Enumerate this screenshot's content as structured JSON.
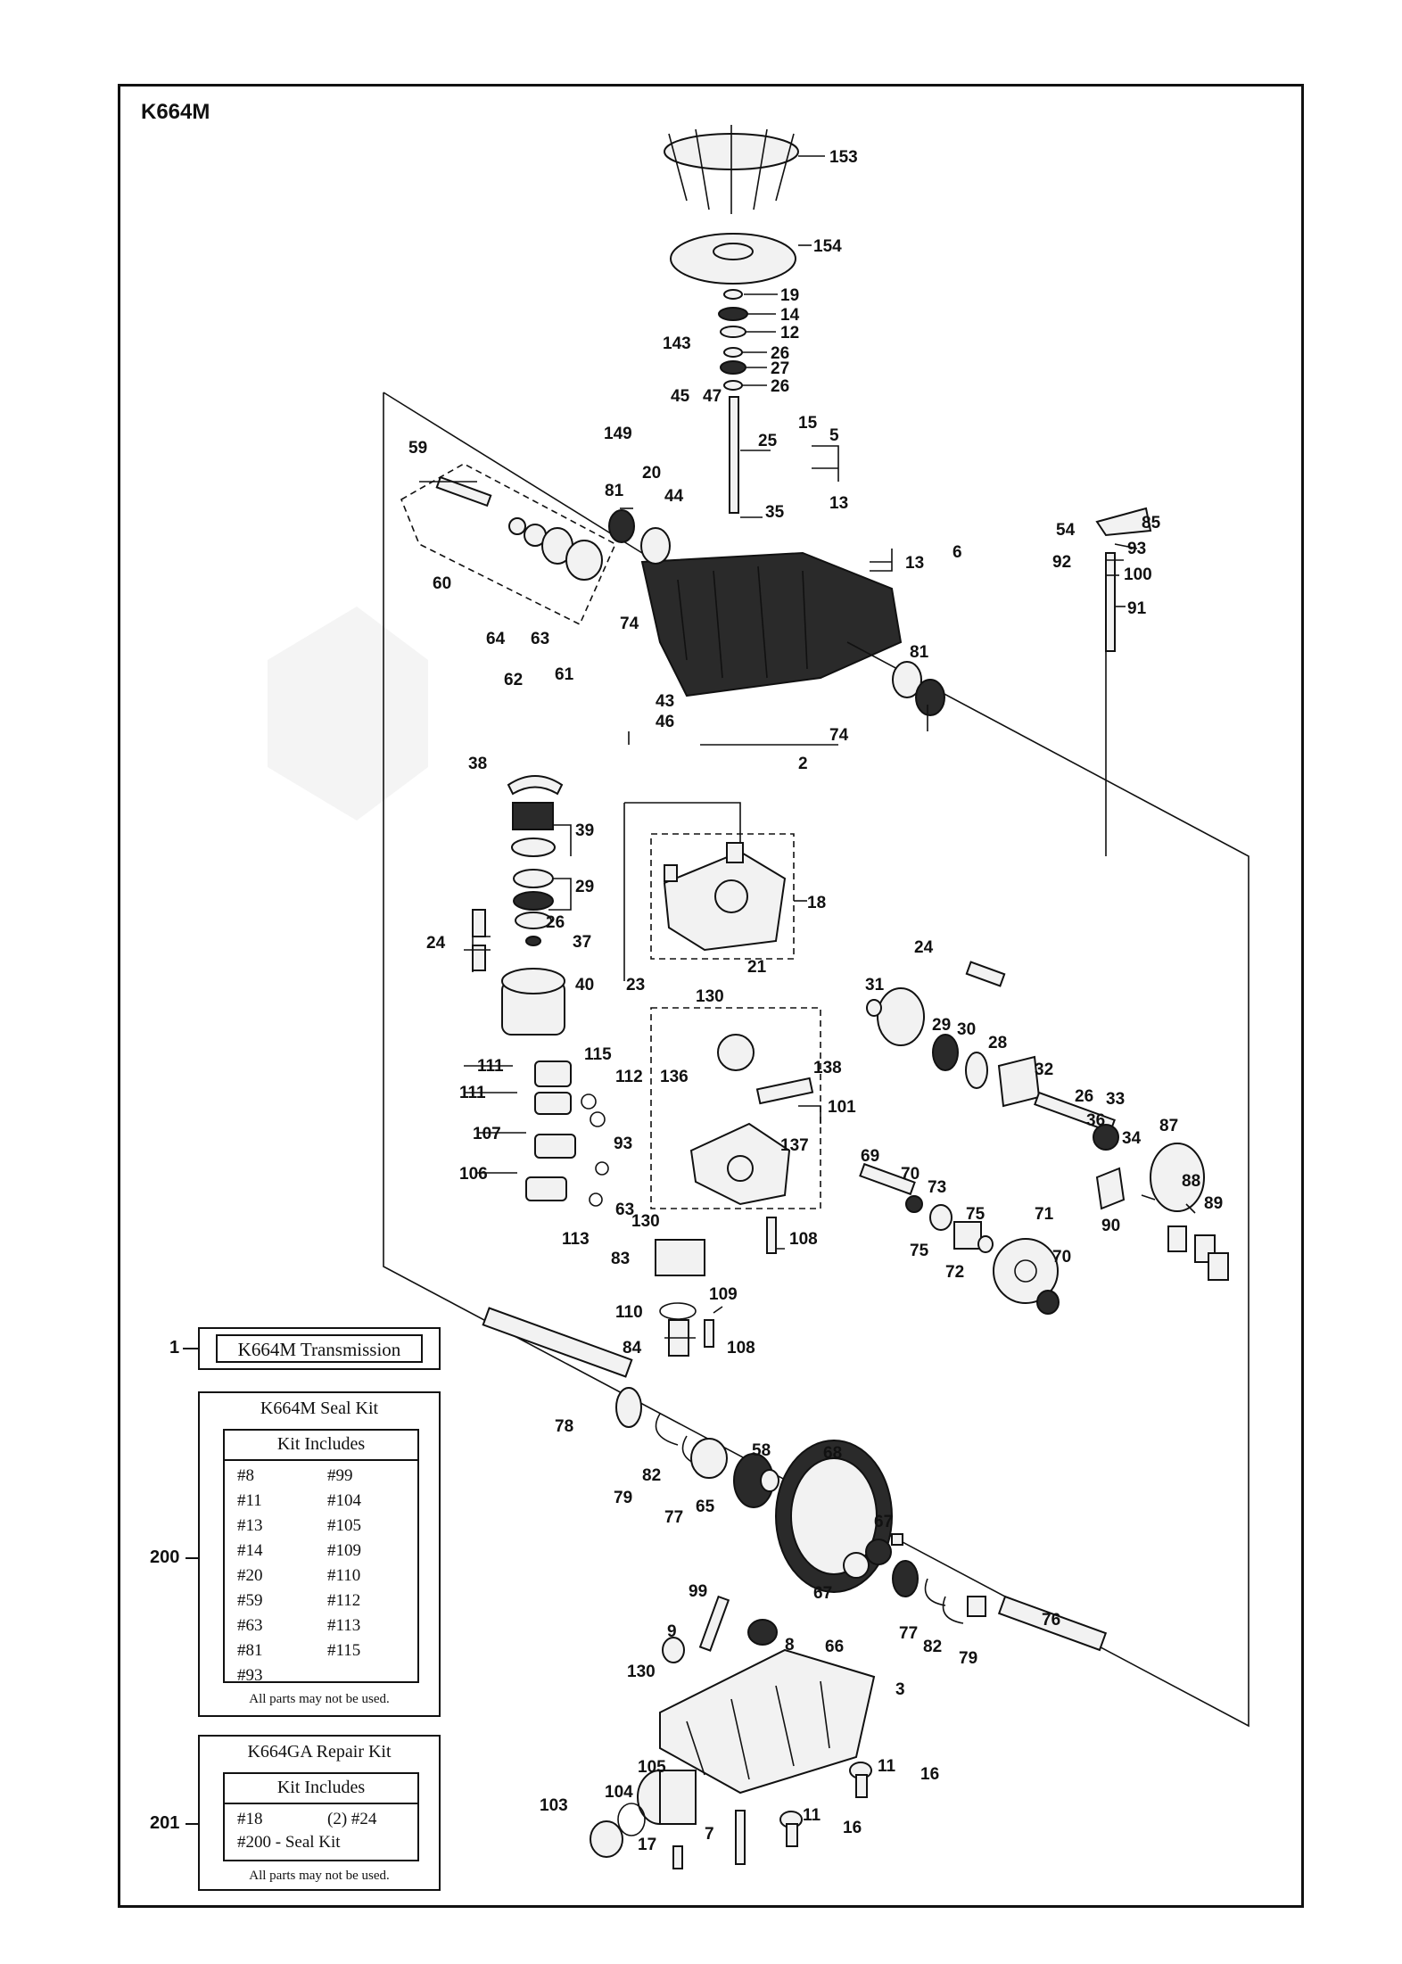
{
  "diagram_title": "K664M",
  "transmission_box": {
    "ref": "1",
    "label": "K664M Transmission"
  },
  "seal_kit": {
    "ref": "200",
    "title": "K664M Seal Kit",
    "header": "Kit Includes",
    "items": [
      "#8",
      "#99",
      "#11",
      "#104",
      "#13",
      "#105",
      "#14",
      "#109",
      "#20",
      "#110",
      "#59",
      "#112",
      "#63",
      "#113",
      "#81",
      "#115",
      "#93"
    ],
    "note": "All parts may not be used."
  },
  "repair_kit": {
    "ref": "201",
    "title": "K664GA Repair Kit",
    "header": "Kit Includes",
    "items": [
      "#18",
      "(2) #24",
      "#200 - Seal Kit"
    ],
    "note": "All parts may not be used."
  },
  "callouts": [
    "153",
    "154",
    "19",
    "14",
    "12",
    "26",
    "27",
    "26",
    "143",
    "45",
    "47",
    "149",
    "25",
    "20",
    "44",
    "35",
    "15",
    "5",
    "13",
    "59",
    "81",
    "13",
    "6",
    "54",
    "85",
    "92",
    "93",
    "100",
    "91",
    "60",
    "74",
    "64",
    "62",
    "63",
    "61",
    "43",
    "46",
    "81",
    "74",
    "2",
    "38",
    "39",
    "29",
    "26",
    "37",
    "18",
    "24",
    "40",
    "23",
    "21",
    "130",
    "24",
    "31",
    "29",
    "30",
    "28",
    "32",
    "26",
    "36",
    "33",
    "34",
    "87",
    "111",
    "115",
    "111",
    "112",
    "136",
    "138",
    "101",
    "107",
    "93",
    "137",
    "106",
    "63",
    "113",
    "69",
    "70",
    "73",
    "75",
    "71",
    "88",
    "89",
    "90",
    "130",
    "108",
    "75",
    "72",
    "70",
    "83",
    "109",
    "110",
    "108",
    "84",
    "78",
    "82",
    "79",
    "77",
    "65",
    "58",
    "68",
    "67",
    "99",
    "9",
    "67",
    "8",
    "66",
    "77",
    "82",
    "79",
    "76",
    "130",
    "3",
    "11",
    "16",
    "105",
    "104",
    "103",
    "17",
    "7",
    "11",
    "16"
  ]
}
